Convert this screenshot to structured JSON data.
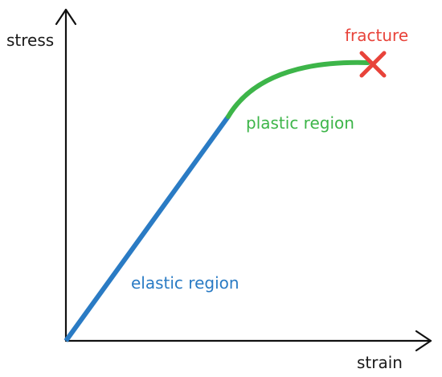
{
  "diagram": {
    "axes": {
      "y_label": "stress",
      "x_label": "strain"
    },
    "regions": {
      "elastic": {
        "label": "elastic region",
        "color": "#2a7bc4"
      },
      "plastic": {
        "label": "plastic region",
        "color": "#3db549"
      }
    },
    "fracture": {
      "label": "fracture",
      "color": "#e8433a"
    }
  }
}
